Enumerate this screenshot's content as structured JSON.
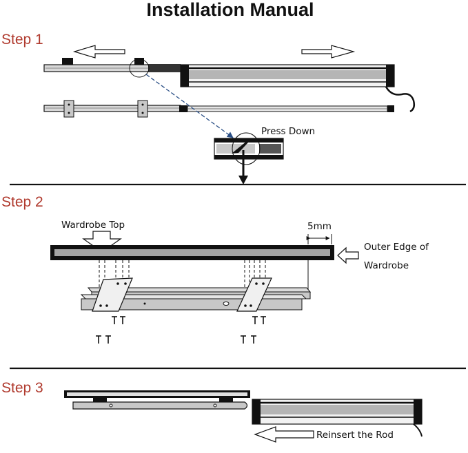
{
  "title": "Installation Manual",
  "steps": [
    {
      "label": "Step 1"
    },
    {
      "label": "Step 2"
    },
    {
      "label": "Step 3"
    }
  ],
  "labels": {
    "press_down": "Press Down",
    "wardrobe_top": "Wardrobe Top",
    "gap": "5mm",
    "outer_edge_line1": "Outer Edge of",
    "outer_edge_line2": "Wardrobe",
    "reinsert": "Reinsert the Rod"
  },
  "colors": {
    "step_label": "#b03a2e",
    "line": "#111111",
    "rail_fill": "#c8c8c8",
    "rail_inner": "#a6a6a6",
    "pointer": "#2a4f86"
  }
}
